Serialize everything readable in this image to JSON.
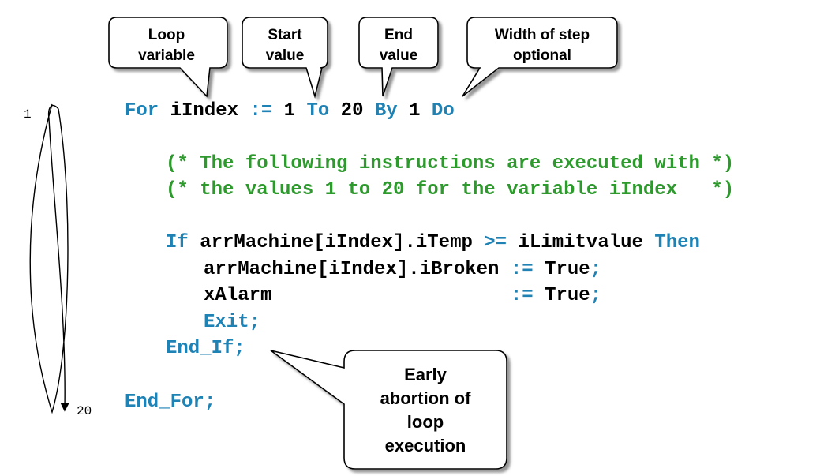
{
  "callouts": {
    "loop_variable": [
      "Loop",
      "variable"
    ],
    "start_value": [
      "Start",
      "value"
    ],
    "end_value": [
      "End",
      "value"
    ],
    "step_width": [
      "Width of step",
      "optional"
    ],
    "early_abort": [
      "Early",
      "abortion of",
      "loop",
      "execution"
    ]
  },
  "loop_labels": {
    "start": "1",
    "end": "20"
  },
  "code": {
    "line1": {
      "kw_for": "For",
      "var": " iIndex ",
      "assign": ":=",
      "start": " 1 ",
      "kw_to": "To",
      "end": " 20 ",
      "kw_by": "By",
      "step": " 1 ",
      "kw_do": "Do"
    },
    "comment1": "(* The following instructions are executed with *)",
    "comment2": "(* the values 1 to 20 for the variable iIndex   *)",
    "if_line": {
      "kw_if": "If",
      "expr": " arrMachine[iIndex].iTemp ",
      "op": ">=",
      "rhs": " iLimitvalue ",
      "kw_then": "Then"
    },
    "broken_line": {
      "lhs": "arrMachine[iIndex].iBroken ",
      "assign": ":=",
      "val": " True",
      "semi": ";"
    },
    "alarm_line": {
      "lhs": "xAlarm                     ",
      "assign": ":=",
      "val": " True",
      "semi": ";"
    },
    "exit_line": "Exit;",
    "end_if": "End_If;",
    "end_for": "End_For;"
  },
  "colors": {
    "keyword": "#1f82b4",
    "comment": "#2e9a2e",
    "text": "#000000"
  }
}
